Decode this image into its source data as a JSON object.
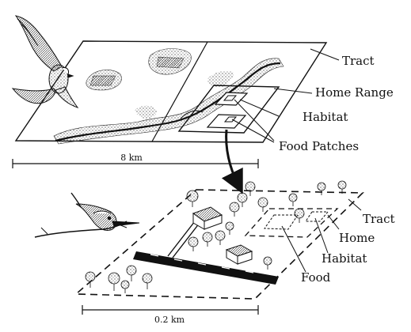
{
  "top_panel": {
    "labels": {
      "tract": "Tract",
      "home_range": "Home Range",
      "habitat": "Habitat",
      "food_patches": "Food Patches"
    },
    "scale": "8 km"
  },
  "bottom_panel": {
    "labels": {
      "tract": "Tract",
      "home": "Home",
      "habitat": "Habitat",
      "food": "Food"
    },
    "scale": "0.2 km"
  },
  "colors": {
    "ink": "#111111",
    "background": "#ffffff",
    "road": "#111111"
  }
}
